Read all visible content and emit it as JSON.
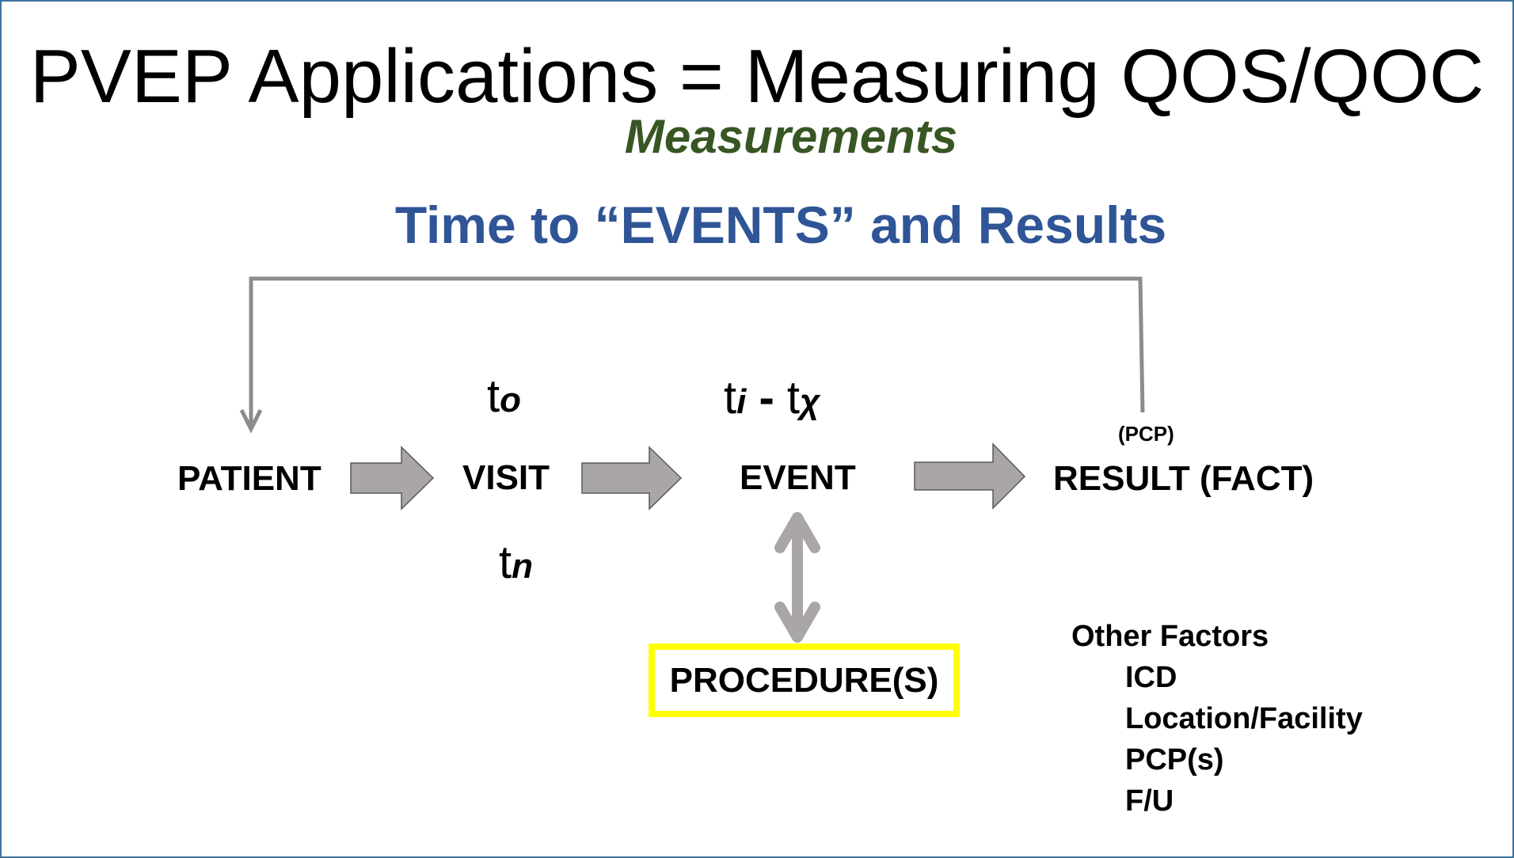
{
  "title": "PVEP Applications = Measuring QOS/QOC",
  "subtitle": "Measurements",
  "heading": "Time to “EVENTS” and Results",
  "colors": {
    "subtitle": "#375623",
    "heading": "#2f5597",
    "arrow_fill": "#aaa6a6",
    "arrow_stroke": "#595959",
    "connector": "#8c8c8c",
    "highlight": "#ffff00",
    "border": "#41719c"
  },
  "nodes": {
    "patient": "PATIENT",
    "visit": "VISIT",
    "event": "EVENT",
    "result": "RESULT (FACT)",
    "procedure": "PROCEDURE(S)"
  },
  "time_labels": {
    "t0_base": "t",
    "t0_sub": "o",
    "tn_base": "t",
    "tn_sub": "n",
    "ti_base": "t",
    "ti_sub": "i",
    "dash": " - ",
    "tx_base": "t",
    "tx_sub": "χ"
  },
  "result_note": "(PCP)",
  "other_factors": {
    "heading": "Other Factors",
    "items": [
      "ICD",
      "Location/Facility",
      "PCP(s)",
      "F/U"
    ]
  }
}
